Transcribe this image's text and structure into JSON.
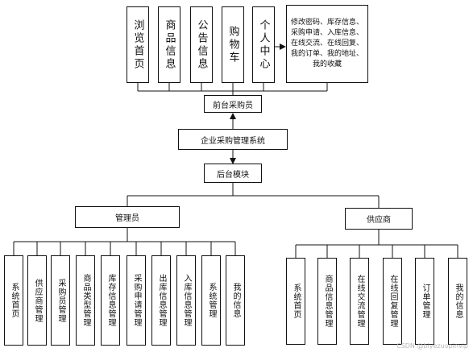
{
  "front": {
    "modules": [
      "浏览首页",
      "商品信息",
      "公告信息",
      "购物车",
      "个人中心"
    ],
    "detail": "修改密码、库存信息、采购申请、入库信息、在线交流、在线回复、我的订单、我的地址、我的收藏",
    "label": "前台采购员"
  },
  "system": {
    "label": "企业采购管理系统"
  },
  "backend": {
    "label": "后台模块"
  },
  "admin": {
    "label": "管理员",
    "modules": [
      "系统首页",
      "供应商管理",
      "采购员管理",
      "商品类型管理",
      "库存信息管理",
      "采购申请管理",
      "出库信息管理",
      "入库信息管理",
      "系统管理",
      "我的信息"
    ]
  },
  "supplier": {
    "label": "供应商",
    "modules": [
      "系统首页",
      "商品信息管理",
      "在线交流管理",
      "在线回复管理",
      "订单管理",
      "我的信息"
    ]
  },
  "watermark": "CSDN @biyezuopinvip"
}
